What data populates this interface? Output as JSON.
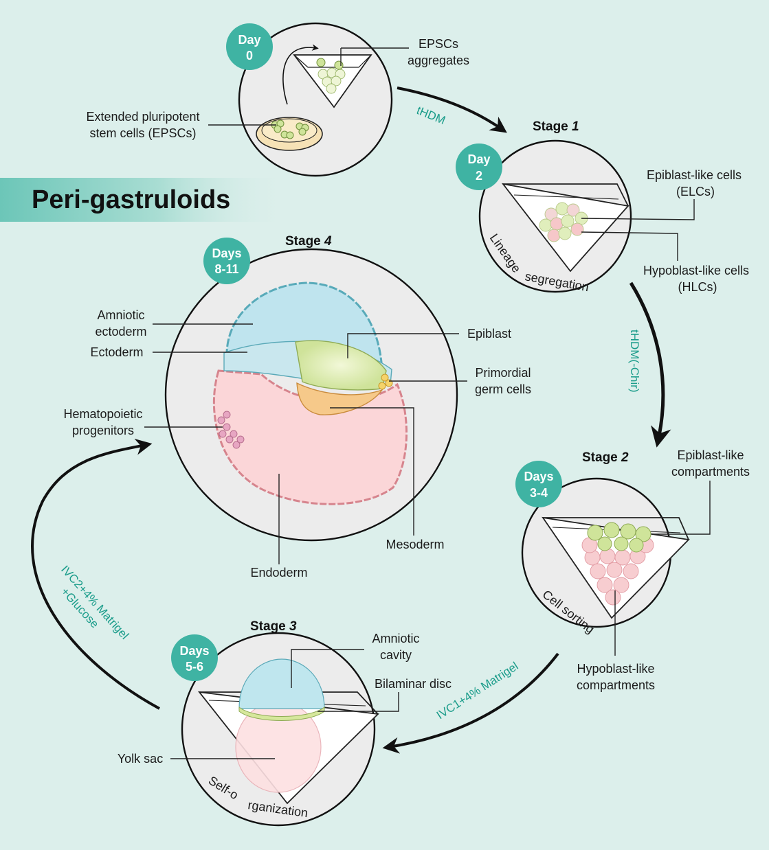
{
  "title": "Peri-gastruloids",
  "colors": {
    "background": "#dcefeb",
    "accent": "#3fb3a3",
    "medium_text": "#1a9c8a"
  },
  "day0": {
    "badge": [
      "Day",
      "0"
    ],
    "epsc_label": [
      "Extended pluripotent",
      "stem cells (EPSCs)"
    ],
    "aggregates_label": [
      "EPSCs",
      "aggregates"
    ]
  },
  "arrow_labels": {
    "a1": "tHDM",
    "a2": "tHDM(-Chir)",
    "a3": "IVC1+4% Matrigel",
    "a4": [
      "IVC2+4% Matrigel",
      "+Glucose"
    ]
  },
  "stage1": {
    "title": "Stage ",
    "num": "1",
    "badge": [
      "Day",
      "2"
    ],
    "elc": [
      "Epiblast-like cells",
      "(ELCs)"
    ],
    "hlc": [
      "Hypoblast-like cells",
      "(HLCs)"
    ],
    "process": "Lineage segregation"
  },
  "stage2": {
    "title": "Stage ",
    "num": "2",
    "badge": [
      "Days",
      "3-4"
    ],
    "epi": [
      "Epiblast-like",
      "compartments"
    ],
    "hypo": [
      "Hypoblast-like",
      "compartments"
    ],
    "process": "Cell sorting"
  },
  "stage3": {
    "title": "Stage ",
    "num": "3",
    "badge": [
      "Days",
      "5-6"
    ],
    "amniotic": [
      "Amniotic",
      "cavity"
    ],
    "bilaminar": "Bilaminar disc",
    "yolk": "Yolk sac",
    "process": "Self-organization"
  },
  "stage4": {
    "title": "Stage ",
    "num": "4",
    "badge": [
      "Days",
      "8-11"
    ],
    "amniotic_ecto": [
      "Amniotic",
      "ectoderm"
    ],
    "ectoderm": "Ectoderm",
    "hemato": [
      "Hematopoietic",
      "progenitors"
    ],
    "epiblast": "Epiblast",
    "pgc": [
      "Primordial",
      "germ cells"
    ],
    "mesoderm": "Mesoderm",
    "endoderm": "Endoderm"
  }
}
